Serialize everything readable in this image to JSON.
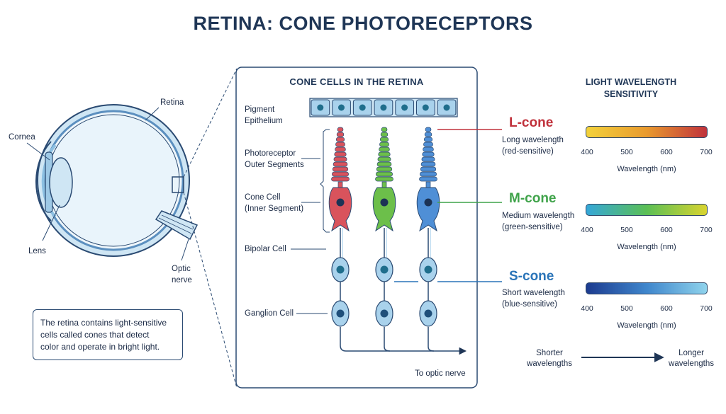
{
  "title": "RETINA: CONE PHOTORECEPTORS",
  "eye": {
    "labels": {
      "retina": "Retina",
      "cornea": "Cornea",
      "lens": "Lens",
      "optic_nerve": [
        "Optic",
        "nerve"
      ]
    }
  },
  "info_text": [
    "The retina contains light-sensitive",
    "cells called cones that detect",
    "color and operate in bright light."
  ],
  "panel": {
    "title": "CONE CELLS IN THE RETINA",
    "labels": {
      "pigment": [
        "Pigment",
        "Epithelium"
      ],
      "outer_segments": [
        "Photoreceptor",
        "Outer Segments"
      ],
      "inner_segment": [
        "Cone Cell",
        "(Inner Segment)"
      ],
      "bipolar": "Bipolar Cell",
      "ganglion": "Ganglion Cell",
      "to_optic_nerve": "To optic nerve"
    },
    "cone_colors": [
      "#d9535c",
      "#6cbf4a",
      "#4f8fd6"
    ]
  },
  "cones": [
    {
      "name": "L-cone",
      "desc": [
        "Long wavelength",
        "(red-sensitive)"
      ],
      "color": "#c0323c",
      "gradient": [
        "#f3d23b",
        "#e99a2e",
        "#c0323c"
      ]
    },
    {
      "name": "M-cone",
      "desc": [
        "Medium wavelength",
        "(green-sensitive)"
      ],
      "color": "#3fa34a",
      "gradient": [
        "#35a7d8",
        "#5bbf55",
        "#d9d42f"
      ]
    },
    {
      "name": "S-cone",
      "desc": [
        "Short wavelength",
        "(blue-sensitive)"
      ],
      "color": "#2a74b8",
      "gradient": [
        "#1c3b8f",
        "#3f86cc",
        "#8fd3ec"
      ]
    }
  ],
  "wavelength": {
    "title": [
      "LIGHT WAVELENGTH",
      "SENSITIVITY"
    ],
    "ticks": [
      "400",
      "500",
      "600",
      "700"
    ],
    "axis_label": "Wavelength (nm)",
    "shorter": [
      "Shorter",
      "wavelengths"
    ],
    "longer": [
      "Longer",
      "wavelengths"
    ]
  }
}
